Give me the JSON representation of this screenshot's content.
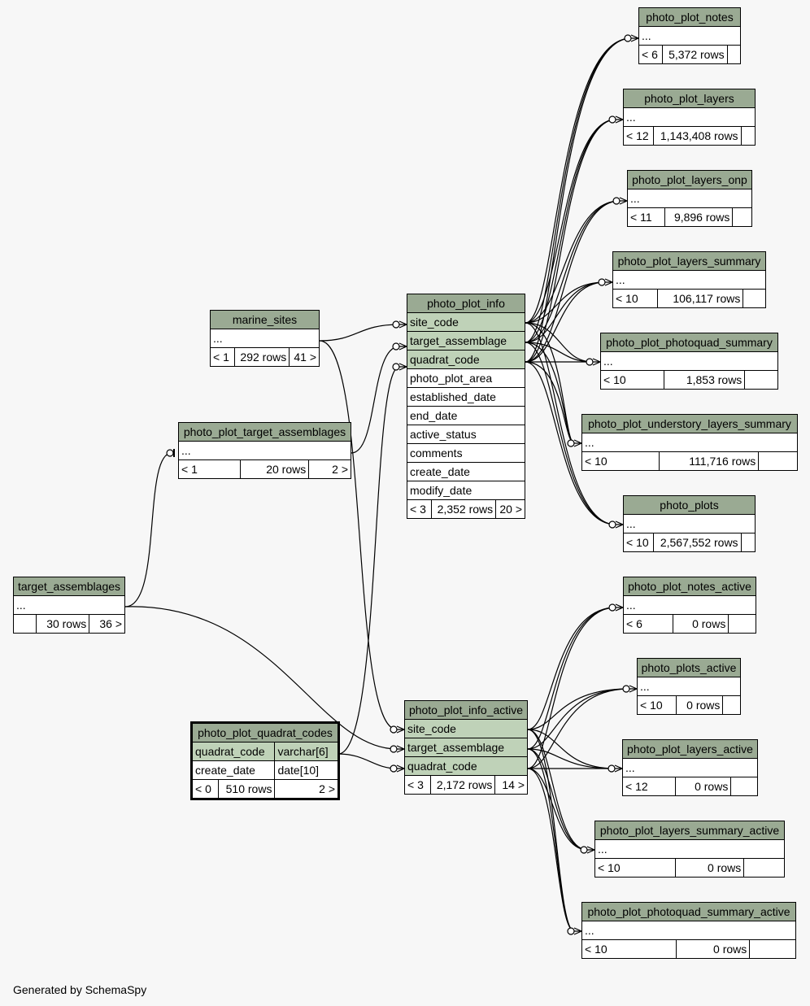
{
  "footer": "Generated by SchemaSpy",
  "tables": [
    {
      "id": "photo_plot_notes",
      "name": "photo_plot_notes",
      "cols": [
        {
          "name": "..."
        }
      ],
      "stats": [
        "< 6",
        "5,372 rows",
        ""
      ]
    },
    {
      "id": "photo_plot_layers",
      "name": "photo_plot_layers",
      "cols": [
        {
          "name": "..."
        }
      ],
      "stats": [
        "< 12",
        "1,143,408 rows",
        ""
      ]
    },
    {
      "id": "photo_plot_layers_onp",
      "name": "photo_plot_layers_onp",
      "cols": [
        {
          "name": "..."
        }
      ],
      "stats": [
        "< 11",
        "9,896 rows",
        ""
      ]
    },
    {
      "id": "photo_plot_layers_summary",
      "name": "photo_plot_layers_summary",
      "cols": [
        {
          "name": "..."
        }
      ],
      "stats": [
        "< 10",
        "106,117 rows",
        ""
      ]
    },
    {
      "id": "photo_plot_photoquad_summary",
      "name": "photo_plot_photoquad_summary",
      "cols": [
        {
          "name": "..."
        }
      ],
      "stats": [
        "< 10",
        "1,853 rows",
        ""
      ]
    },
    {
      "id": "photo_plot_understory_layers_summary",
      "name": "photo_plot_understory_layers_summary",
      "cols": [
        {
          "name": "..."
        }
      ],
      "stats": [
        "< 10",
        "111,716 rows",
        ""
      ]
    },
    {
      "id": "photo_plots",
      "name": "photo_plots",
      "cols": [
        {
          "name": "..."
        }
      ],
      "stats": [
        "< 10",
        "2,567,552 rows",
        ""
      ]
    },
    {
      "id": "photo_plot_notes_active",
      "name": "photo_plot_notes_active",
      "cols": [
        {
          "name": "..."
        }
      ],
      "stats": [
        "< 6",
        "0 rows",
        ""
      ]
    },
    {
      "id": "photo_plots_active",
      "name": "photo_plots_active",
      "cols": [
        {
          "name": "..."
        }
      ],
      "stats": [
        "< 10",
        "0 rows",
        ""
      ]
    },
    {
      "id": "photo_plot_layers_active",
      "name": "photo_plot_layers_active",
      "cols": [
        {
          "name": "..."
        }
      ],
      "stats": [
        "< 12",
        "0 rows",
        ""
      ]
    },
    {
      "id": "photo_plot_layers_summary_active",
      "name": "photo_plot_layers_summary_active",
      "cols": [
        {
          "name": "..."
        }
      ],
      "stats": [
        "< 10",
        "0 rows",
        ""
      ]
    },
    {
      "id": "photo_plot_photoquad_summary_active",
      "name": "photo_plot_photoquad_summary_active",
      "cols": [
        {
          "name": "..."
        }
      ],
      "stats": [
        "< 10",
        "0 rows",
        ""
      ]
    },
    {
      "id": "photo_plot_info",
      "name": "photo_plot_info",
      "cols": [
        {
          "name": "site_code",
          "key": true
        },
        {
          "name": "target_assemblage",
          "key": true
        },
        {
          "name": "quadrat_code",
          "key": true
        },
        {
          "name": "photo_plot_area"
        },
        {
          "name": "established_date"
        },
        {
          "name": "end_date"
        },
        {
          "name": "active_status"
        },
        {
          "name": "comments"
        },
        {
          "name": "create_date"
        },
        {
          "name": "modify_date"
        }
      ],
      "stats": [
        "< 3",
        "2,352 rows",
        "20 >"
      ]
    },
    {
      "id": "photo_plot_info_active",
      "name": "photo_plot_info_active",
      "cols": [
        {
          "name": "site_code",
          "key": true
        },
        {
          "name": "target_assemblage",
          "key": true
        },
        {
          "name": "quadrat_code",
          "key": true
        }
      ],
      "stats": [
        "< 3",
        "2,172 rows",
        "14 >"
      ]
    },
    {
      "id": "marine_sites",
      "name": "marine_sites",
      "cols": [
        {
          "name": "..."
        }
      ],
      "stats": [
        "< 1",
        "292 rows",
        "41 >"
      ]
    },
    {
      "id": "photo_plot_target_assemblages",
      "name": "photo_plot_target_assemblages",
      "cols": [
        {
          "name": "..."
        }
      ],
      "stats": [
        "< 1",
        "20 rows",
        "2 >"
      ]
    },
    {
      "id": "target_assemblages",
      "name": "target_assemblages",
      "cols": [
        {
          "name": "..."
        }
      ],
      "stats": [
        "",
        "30 rows",
        "36 >"
      ]
    },
    {
      "id": "photo_plot_quadrat_codes",
      "name": "photo_plot_quadrat_codes",
      "focus": true,
      "cols": [
        {
          "name": "quadrat_code",
          "type": "varchar[6]",
          "key": true
        },
        {
          "name": "create_date",
          "type": "date[10]"
        }
      ],
      "stats": [
        "< 0",
        "510 rows",
        "2 >"
      ]
    }
  ]
}
